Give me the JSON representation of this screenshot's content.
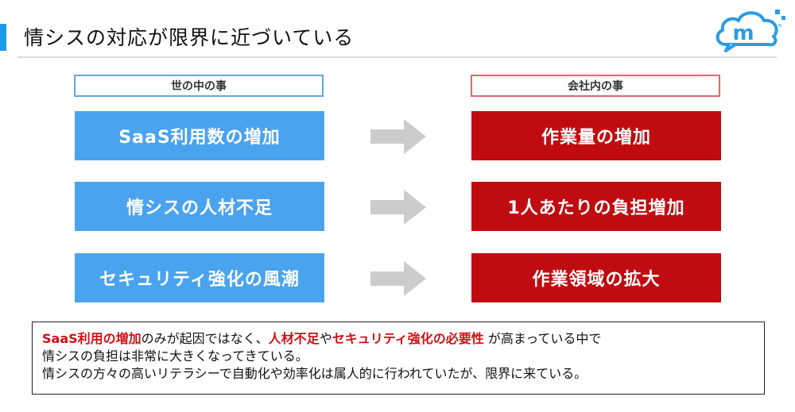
{
  "header": {
    "title": "情シスの対応が限界に近づいている",
    "logo_letter": "m"
  },
  "columns": {
    "left_header": "世の中の事",
    "right_header": "会社内の事"
  },
  "rows": [
    {
      "left": "SaaS利用数の増加",
      "right": "作業量の増加"
    },
    {
      "left": "情シスの人材不足",
      "right": "1人あたりの負担増加"
    },
    {
      "left": "セキュリティ強化の風潮",
      "right": "作業領域の拡大"
    }
  ],
  "note": {
    "line1": {
      "hl1": "SaaS利用の増加",
      "t1": "のみが起因ではなく、",
      "hl2": "人材不足",
      "t2": "や",
      "hl3": "セキュリティ強化の必要性",
      "t3": "が高まっている中で"
    },
    "line2": "情シスの負担は非常に大きくなってきている。",
    "line3": "情シスの方々の高いリテラシーで自動化や効率化は属人的に行われていたが、限界に来ている。"
  },
  "colors": {
    "accent_blue": "#1e9be8",
    "box_blue": "#4aa3ef",
    "box_red": "#c00c10",
    "highlight_red": "#d10f14",
    "arrow_gray": "#cccccc"
  }
}
